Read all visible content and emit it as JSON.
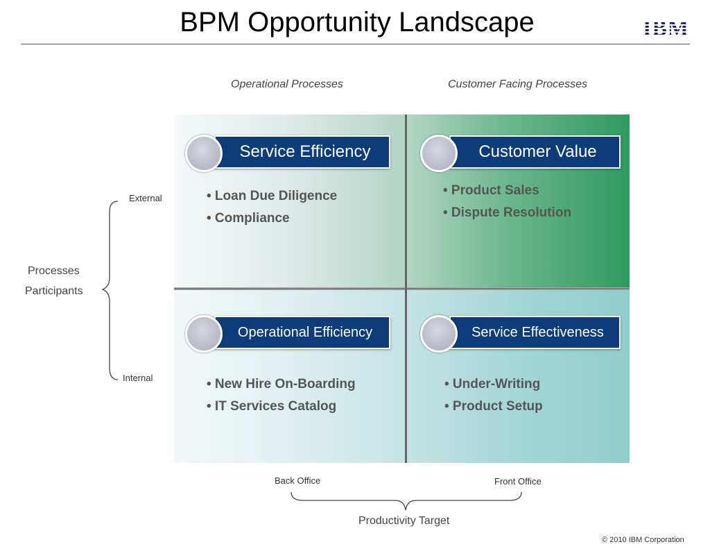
{
  "header": {
    "title": "BPM Opportunity Landscape",
    "logo": "IBM"
  },
  "columns": {
    "left": "Operational Processes",
    "right": "Customer Facing Processes"
  },
  "rows": {
    "top": "External",
    "bottom": "Internal"
  },
  "side_labels": {
    "line1": "Processes",
    "line2": "Participants"
  },
  "quadrants": [
    {
      "title": "Service  Efficiency",
      "items": [
        "• Loan Due Diligence",
        "• Compliance"
      ]
    },
    {
      "title": "Customer  Value",
      "items": [
        "• Product Sales",
        "• Dispute Resolution"
      ]
    },
    {
      "title": "Operational Efficiency",
      "items": [
        "• New Hire On-Boarding",
        "• IT Services Catalog"
      ]
    },
    {
      "title": "Service Effectiveness",
      "items": [
        "• Under-Writing",
        "• Product Setup"
      ]
    }
  ],
  "bottom": {
    "left": "Back Office",
    "right": "Front Office",
    "target": "Productivity Target"
  },
  "footer": "© 2010 IBM Corporation",
  "colors": {
    "badge": "#0c3d7a",
    "green": "#2f9a60",
    "teal": "#8fcdcc"
  }
}
